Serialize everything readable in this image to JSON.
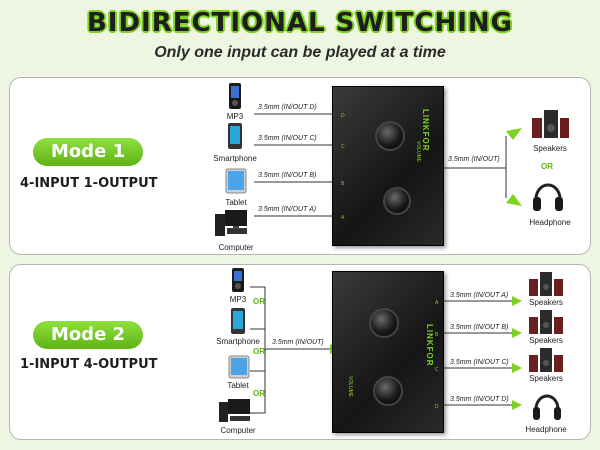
{
  "header": {
    "title": "BIDIRECTIONAL SWITCHING",
    "subtitle": "Only one input can be played at a time"
  },
  "mode1": {
    "pill": "Mode 1",
    "subtitle": "4-INPUT 1-OUTPUT",
    "inputs": [
      {
        "device": "MP3",
        "cable": "3.5mm (IN/OUT D)",
        "icon": "mp3-player-icon"
      },
      {
        "device": "Smartphone",
        "cable": "3.5mm (IN/OUT C)",
        "icon": "smartphone-icon"
      },
      {
        "device": "Tablet",
        "cable": "3.5mm (IN/OUT B)",
        "icon": "tablet-icon"
      },
      {
        "device": "Computer",
        "cable": "3.5mm (IN/OUT A)",
        "icon": "computer-icon"
      }
    ],
    "output_cable": "3.5mm (IN/OUT)",
    "outputs": [
      {
        "device": "Speakers",
        "icon": "speakers-icon"
      },
      {
        "device": "Headphone",
        "icon": "headphone-icon"
      }
    ],
    "or_label": "OR",
    "brand": "LINKFOR",
    "volume_label": "VOLUME",
    "port_letters": [
      "D",
      "C",
      "B",
      "A"
    ]
  },
  "mode2": {
    "pill": "Mode 2",
    "subtitle": "1-INPUT 4-OUTPUT",
    "inputs": [
      {
        "device": "MP3",
        "icon": "mp3-player-icon"
      },
      {
        "device": "Smartphone",
        "icon": "smartphone-icon"
      },
      {
        "device": "Tablet",
        "icon": "tablet-icon"
      },
      {
        "device": "Computer",
        "icon": "computer-icon"
      }
    ],
    "or_label": "OR",
    "input_cable": "3.5mm (IN/OUT)",
    "outputs": [
      {
        "device": "Speakers",
        "cable": "3.5mm (IN/OUT A)",
        "icon": "speakers-icon"
      },
      {
        "device": "Speakers",
        "cable": "3.5mm (IN/OUT B)",
        "icon": "speakers-icon"
      },
      {
        "device": "Speakers",
        "cable": "3.5mm (IN/OUT C)",
        "icon": "speakers-icon"
      },
      {
        "device": "Headphone",
        "cable": "3.5mm (IN/OUT D)",
        "icon": "headphone-icon"
      }
    ],
    "brand": "LINKFOR",
    "volume_label": "VOLUME",
    "port_letters": [
      "A",
      "B",
      "C",
      "D"
    ]
  },
  "colors": {
    "accent": "#7ed321",
    "accent_dark": "#5fb317",
    "background": "#eef6e1",
    "device_dark": "#1a1a1a"
  }
}
